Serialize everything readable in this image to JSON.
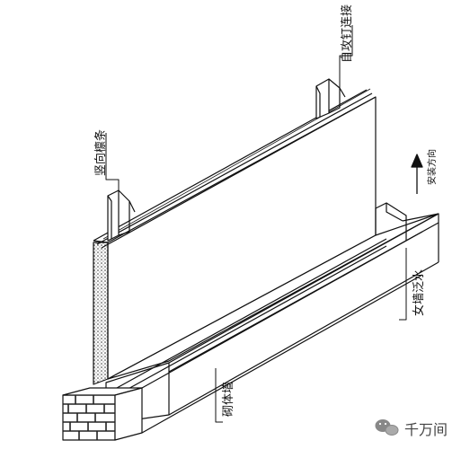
{
  "labels": {
    "self_tapping_screw": "自攻钉连接",
    "vertical_purlin": "竖向檩条",
    "install_direction": "安装方向",
    "wall_flashing": "女墙泛水",
    "masonry_wall": "砌体墙"
  },
  "watermark": {
    "text": "千万间",
    "icon": "wechat-icon"
  },
  "colors": {
    "line": "#111111",
    "brick": "#222222",
    "watermark": "#888888"
  }
}
